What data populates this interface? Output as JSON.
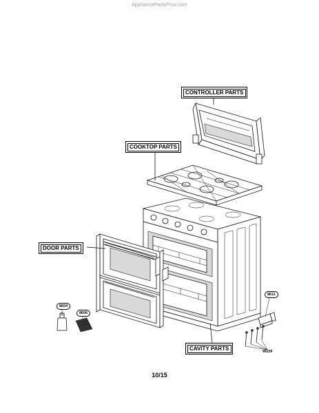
{
  "watermark": "AppliancePartsPros.com",
  "callouts": {
    "controller": "CONTROLLER PARTS",
    "cooktop": "COOKTOP PARTS",
    "door": "DOOR PARTS",
    "cavity": "CAVITY PARTS"
  },
  "part_tags": {
    "p8604": "8604",
    "p8606": "8606",
    "p8611": "8611",
    "pW229": "W229"
  },
  "page_number": "10/15"
}
